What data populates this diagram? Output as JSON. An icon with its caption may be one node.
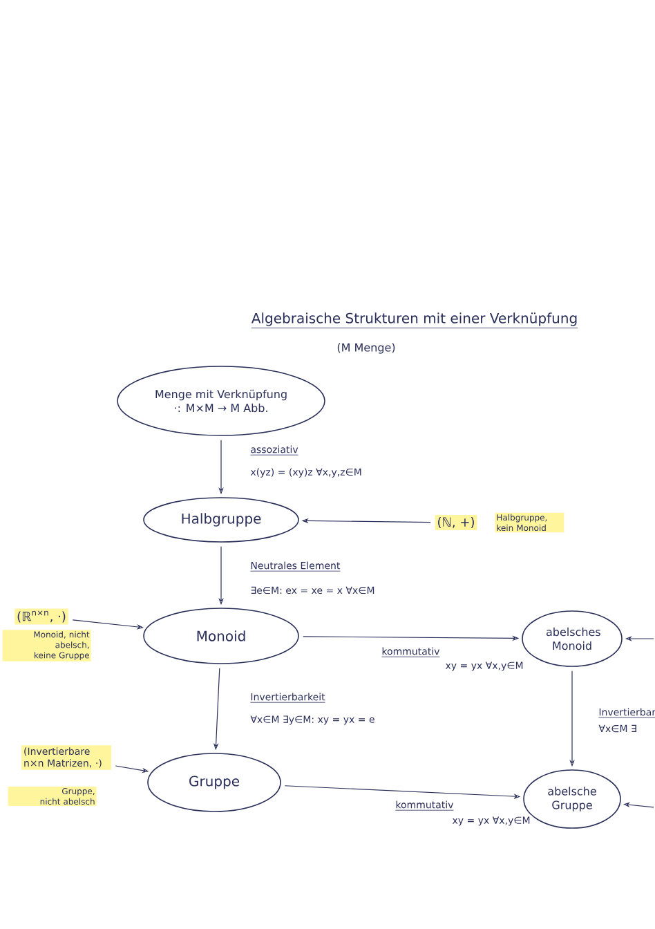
{
  "diagram": {
    "title": "Algebraische Strukturen mit einer Verknüpfung",
    "nodes": [
      {
        "text": [
          "Menge mit Verknüpfung",
          "·: M×M → M Abb."
        ]
      },
      {
        "text": [
          "Halbgruppe"
        ]
      },
      {
        "text": [
          "(ℕ, +)"
        ],
        "beside": [
          "Halbgruppe, kein Monoid"
        ]
      },
      {
        "text": [
          "(ℝ$^{n×n}$, ·)"
        ],
        "beside": [
          "Monoid, nicht abelsch, keine Gruppe"
        ]
      },
      {
        "text": [
          "Monoid"
        ]
      },
      {
        "text": [
          "abelsches Monoid"
        ]
      },
      {
        "text": [
          "(Invertierbare n×n Matrizen, ·)"
        ],
        "beside": [
          "Gruppe, nicht abelsch"
        ]
      },
      {
        "text": [
          "Gruppe"
        ]
      },
      {
        "text": [
          "abelsche Gruppe"
        ]
      }
    ],
    "edges": [
      {
        "from": 0,
        "to": 1,
        "arrow": "to",
        "label": "assoziativ"
      },
      {
        "from": 2,
        "to": 1,
        "arrow": "to"
      },
      {
        "from": 1,
        "to": 4,
        "arrow": "to",
        "label": "Neutrales Element"
      },
      {
        "from": 3,
        "to": 4,
        "arrow": "to"
      },
      {
        "from": 4,
        "to": 5,
        "arrow": "to",
        "label": "kommutativ"
      },
      {
        "from": 4,
        "to": 7,
        "arrow": "to",
        "label": "Invertierbarkeit"
      },
      {
        "from": 5,
        "to": 8,
        "arrow": "to",
        "label": "Invertierbar"
      },
      {
        "from": 6,
        "to": 7,
        "arrow": "to"
      },
      {
        "from": 7,
        "to": 8,
        "arrow": "to",
        "label": "kommutativ"
      },
      {
        "from": null,
        "to": 5,
        "arrow": "to"
      },
      {
        "from": null,
        "to": 8,
        "arrow": "to"
      }
    ],
    "labels": [
      "(M Menge)",
      "x(yz) = (xy)z   ∀x,y,z∈M",
      "∃e∈M: ex = xe = x  ∀x∈M",
      "xy = yx  ∀x,y∈M",
      "∀x∈M ∃y∈M: xy = yx = e",
      "∀x∈M ∃",
      "xy = yx  ∀x,y∈M"
    ]
  }
}
